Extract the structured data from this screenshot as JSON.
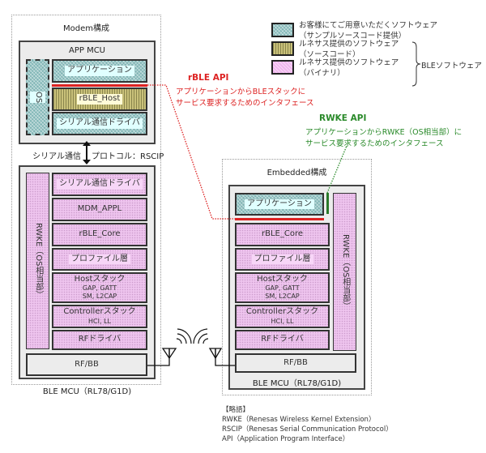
{
  "modem": {
    "title": "Modem構成",
    "app_mcu": {
      "title": "APP MCU",
      "os_label": "OS",
      "layers": [
        "アプリケーション",
        "rBLE_Host",
        "シリアル通信ドライバ"
      ]
    },
    "link": {
      "left_label": "シリアル通信",
      "right_label": "プロトコル：RSCIP"
    },
    "ble_mcu": {
      "title": "BLE MCU（RL78/G1D)",
      "rwke_label": "RWKE（OS相当部）",
      "layers": [
        {
          "title": "シリアル通信ドライバ",
          "sub": ""
        },
        {
          "title": "MDM_APPL",
          "sub": ""
        },
        {
          "title": "rBLE_Core",
          "sub": ""
        },
        {
          "title": "プロファイル層",
          "sub": ""
        },
        {
          "title": "Hostスタック",
          "sub1": "GAP, GATT",
          "sub2": "SM, L2CAP"
        },
        {
          "title": "Controllerスタック",
          "sub1": "HCI, LL"
        },
        {
          "title": "RFドライバ",
          "sub": ""
        }
      ],
      "rfbb": "RF/BB"
    }
  },
  "embedded": {
    "title": "Embedded構成",
    "app_layer": "アプリケーション",
    "rwke_label": "RWKE（OS相当部）",
    "layers": [
      {
        "title": "rBLE_Core"
      },
      {
        "title": "プロファイル層"
      },
      {
        "title": "Hostスタック",
        "sub1": "GAP, GATT",
        "sub2": "SM, L2CAP"
      },
      {
        "title": "Controllerスタック",
        "sub1": "HCI, LL"
      },
      {
        "title": "RFドライバ"
      }
    ],
    "rfbb": "RF/BB",
    "mcu_title": "BLE MCU（RL78/G1D)"
  },
  "annotations": {
    "rble_api": {
      "title": "rBLE API",
      "line1": "アプリケーションからBLEスタックに",
      "line2": "サービス要求するためのインタフェース",
      "color": "#d22222"
    },
    "rwke_api": {
      "title": "RWKE API",
      "line1": "アプリケーションからRWKE（OS相当部）に",
      "line2": "サービス要求するためのインタフェース",
      "color": "#2a8a2a"
    }
  },
  "legend": {
    "items": [
      {
        "line1": "お客様にてご用意いただくソフトウェア",
        "line2": "（サンプルソースコード提供）",
        "color": "#7fb5b5"
      },
      {
        "line1": "ルネサス提供のソフトウェア",
        "line2": "（ソースコード）",
        "color": "#c9c17a"
      },
      {
        "line1": "ルネサス提供のソフトウェア",
        "line2": "（バイナリ）",
        "color": "#f0b5ee"
      }
    ],
    "group_label": "BLEソフトウェア"
  },
  "abbreviations": {
    "title": "【略語】",
    "items": [
      "RWKE（Renesas Wireless Kernel Extension）",
      "RSCIP（Renesas Serial Communication Protocol）",
      "API（Application Program Interface）"
    ]
  }
}
